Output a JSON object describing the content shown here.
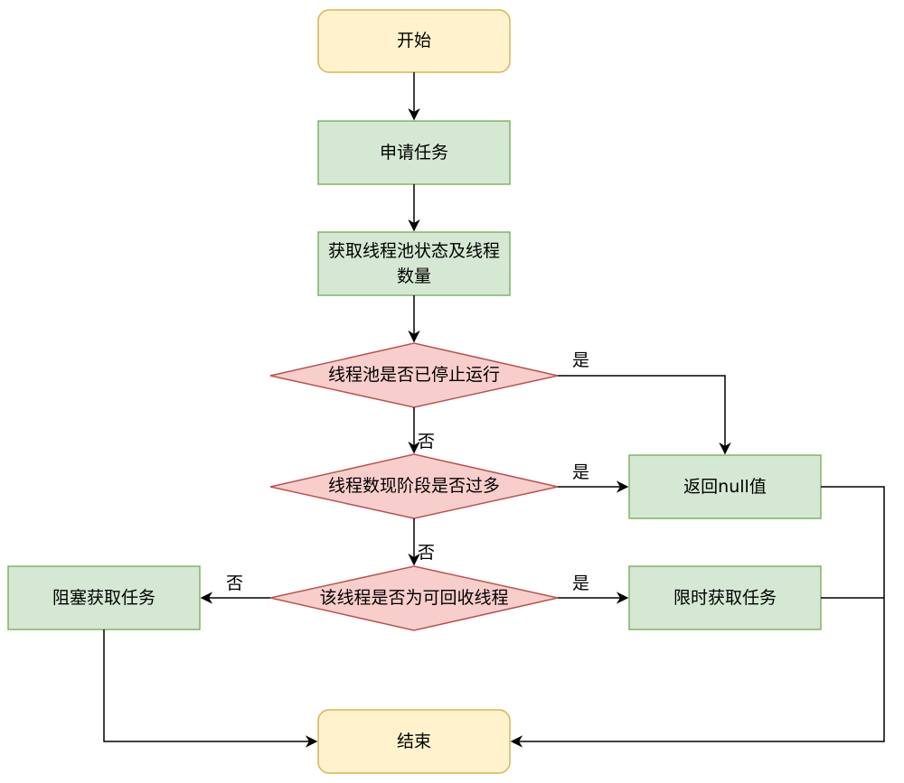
{
  "nodes": {
    "start": "开始",
    "apply_task": "申请任务",
    "get_state": "获取线程池状态及线程数量",
    "is_stopped": "线程池是否已停止运行",
    "too_many": "线程数现阶段是否过多",
    "recyclable": "该线程是否为可回收线程",
    "return_null": "返回null值",
    "timed_get": "限时获取任务",
    "blocking_get": "阻塞获取任务",
    "end": "结束"
  },
  "edge_labels": {
    "stopped_yes": "是",
    "stopped_no": "否",
    "too_many_yes": "是",
    "too_many_no": "否",
    "recyclable_no": "否",
    "recyclable_yes": "是"
  },
  "colors": {
    "terminal_fill": "#fff2cc",
    "terminal_stroke": "#d6b656",
    "process_fill": "#d5e8d4",
    "process_stroke": "#82b366",
    "decision_fill": "#f8cecc",
    "decision_stroke": "#b85450",
    "line": "#000000"
  }
}
